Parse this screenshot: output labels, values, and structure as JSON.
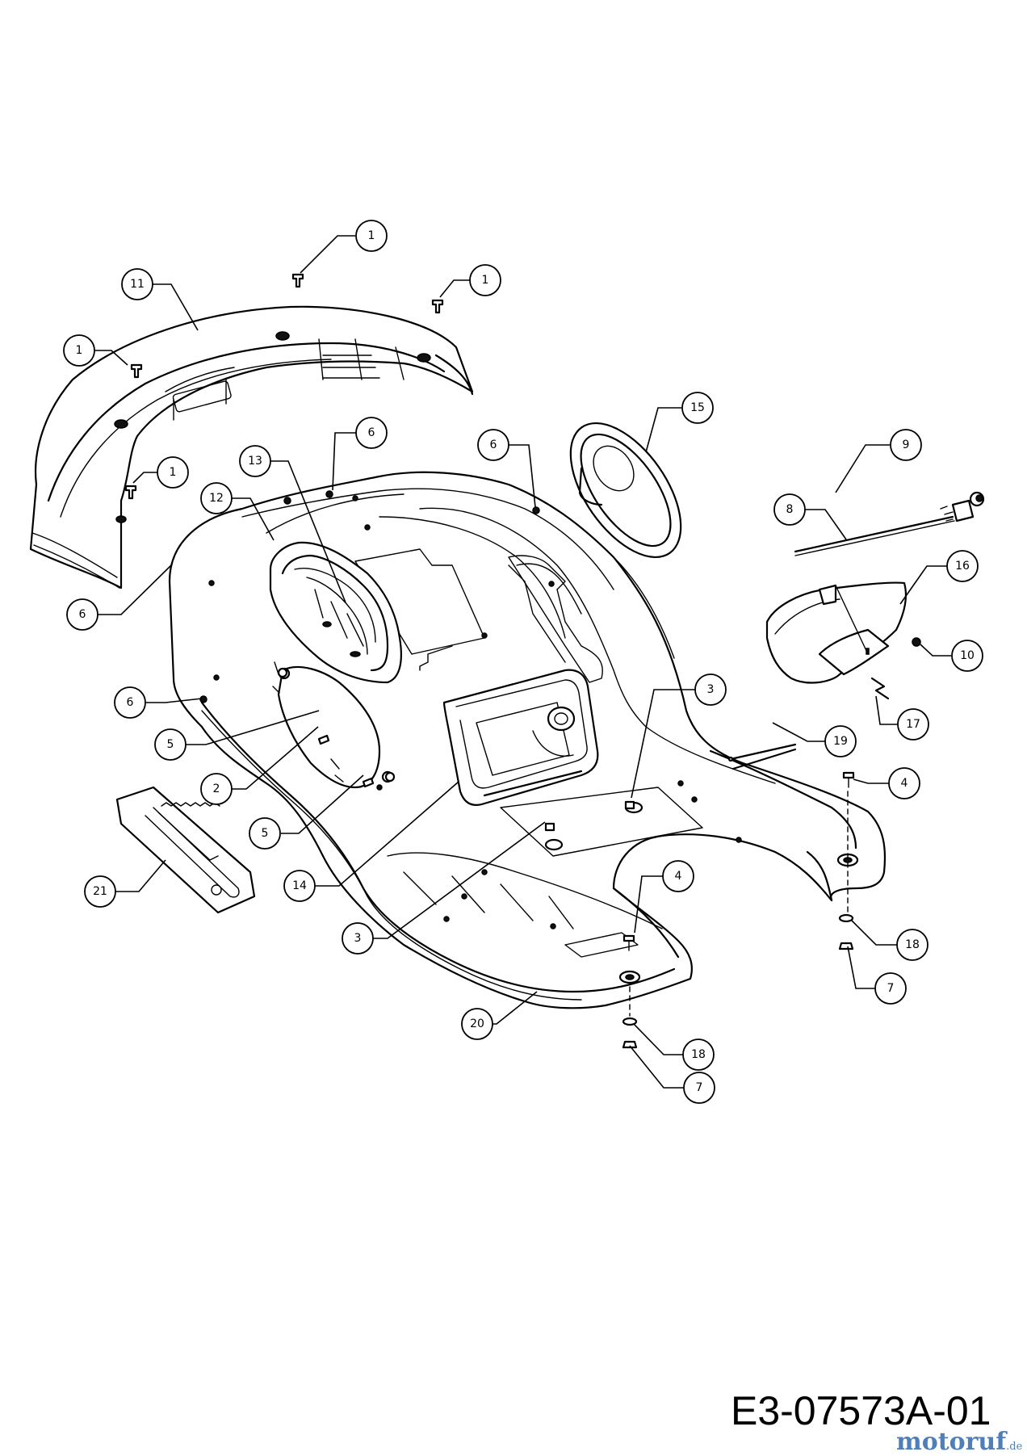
{
  "diagram_code": "E3-07573A-01",
  "watermark": {
    "main": "motoruf",
    "tld": ".de"
  },
  "callouts": [
    {
      "id": "c1a",
      "label": "1"
    },
    {
      "id": "c1b",
      "label": "1"
    },
    {
      "id": "c1c",
      "label": "1"
    },
    {
      "id": "c1d",
      "label": "1"
    },
    {
      "id": "c2",
      "label": "2"
    },
    {
      "id": "c3a",
      "label": "3"
    },
    {
      "id": "c3b",
      "label": "3"
    },
    {
      "id": "c4a",
      "label": "4"
    },
    {
      "id": "c4b",
      "label": "4"
    },
    {
      "id": "c5a",
      "label": "5"
    },
    {
      "id": "c5b",
      "label": "5"
    },
    {
      "id": "c6a",
      "label": "6"
    },
    {
      "id": "c6b",
      "label": "6"
    },
    {
      "id": "c6c",
      "label": "6"
    },
    {
      "id": "c6d",
      "label": "6"
    },
    {
      "id": "c7a",
      "label": "7"
    },
    {
      "id": "c7b",
      "label": "7"
    },
    {
      "id": "c8",
      "label": "8"
    },
    {
      "id": "c9",
      "label": "9"
    },
    {
      "id": "c10",
      "label": "10"
    },
    {
      "id": "c11",
      "label": "11"
    },
    {
      "id": "c12",
      "label": "12"
    },
    {
      "id": "c13",
      "label": "13"
    },
    {
      "id": "c14",
      "label": "14"
    },
    {
      "id": "c15",
      "label": "15"
    },
    {
      "id": "c16",
      "label": "16"
    },
    {
      "id": "c17",
      "label": "17"
    },
    {
      "id": "c18a",
      "label": "18"
    },
    {
      "id": "c18b",
      "label": "18"
    },
    {
      "id": "c19",
      "label": "19"
    },
    {
      "id": "c20",
      "label": "20"
    },
    {
      "id": "c21",
      "label": "21"
    }
  ]
}
